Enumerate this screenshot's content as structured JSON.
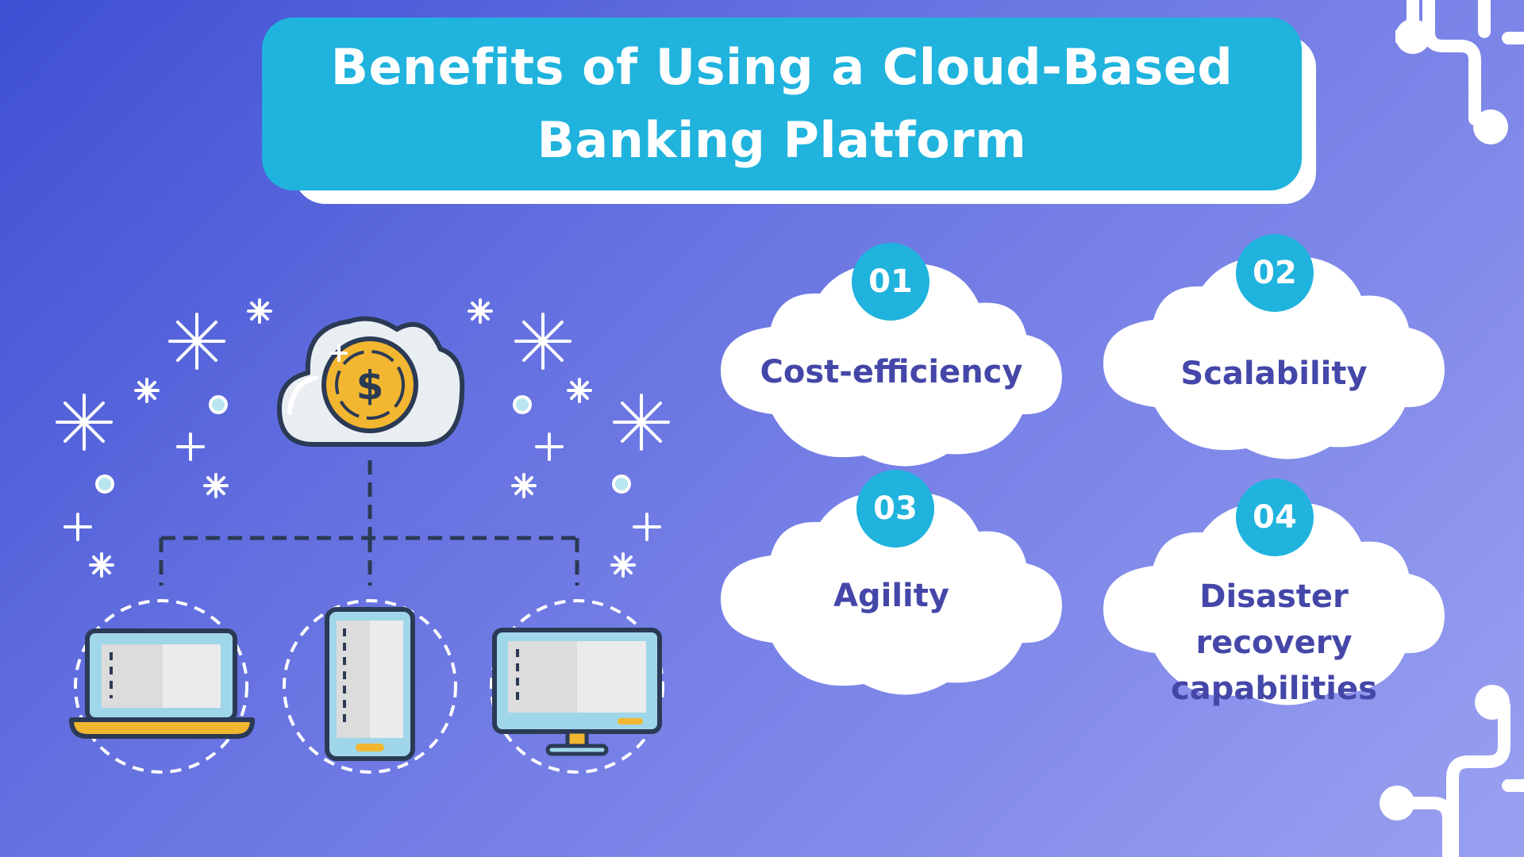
{
  "title": {
    "line1": "Benefits of Using a Cloud-Based",
    "line2": "Banking Platform"
  },
  "benefits": [
    {
      "number": "01",
      "label": "Cost-efficiency"
    },
    {
      "number": "02",
      "label": "Scalability"
    },
    {
      "number": "03",
      "label": "Agility"
    },
    {
      "number": "04",
      "label": "Disaster recovery capabilities"
    }
  ],
  "colors": {
    "background_start": "#3e4fd3",
    "background_end": "#9aa0f0",
    "accent": "#1fb3dd",
    "label_text": "#4447a8",
    "coin": "#f2b630",
    "device_screen": "#e6e6e6"
  },
  "icons": {
    "cloud": "cloud-dollar-icon",
    "devices": [
      "laptop-icon",
      "phone-icon",
      "monitor-icon"
    ],
    "decor": "circuit-icon"
  }
}
